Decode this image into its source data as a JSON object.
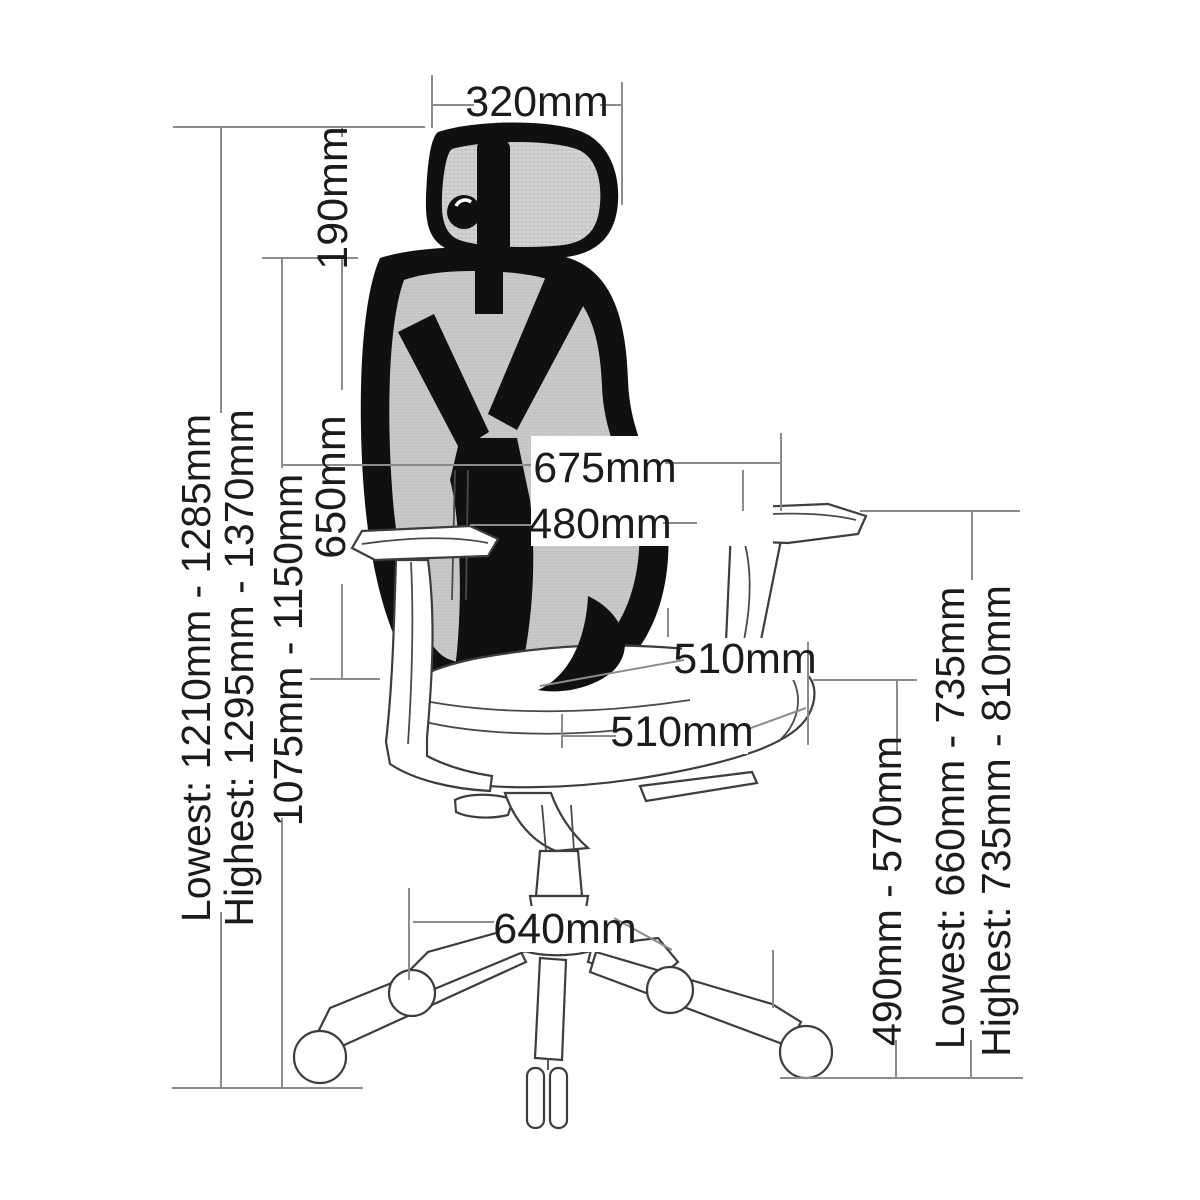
{
  "diagram": {
    "title": "Ergonomic office chair dimensions diagram",
    "type": "technical-dimension-drawing",
    "colors": {
      "background": "#ffffff",
      "dimension_line": "#8c8c8c",
      "label_text": "#1b1b1b",
      "chair_frame": "#101010",
      "mesh_fill": "#cfcfcf"
    },
    "labels": {
      "headrest_width": "320mm",
      "headrest_height": "190mm",
      "backrest_height": "650mm",
      "backrest_depth": "675mm",
      "armrest_span": "480mm",
      "seat_depth": "510mm",
      "seat_width": "510mm",
      "base_width": "640mm",
      "total_height_lowest": "Lowest: 1210mm - 1285mm",
      "total_height_highest": "Highest: 1295mm - 1370mm",
      "backrest_top_to_floor": "1075mm - 1150mm",
      "seat_height_range": "490mm - 570mm",
      "armrest_height_lowest": "Lowest: 660mm - 735mm",
      "armrest_height_highest": "Highest: 735mm - 810mm"
    }
  }
}
